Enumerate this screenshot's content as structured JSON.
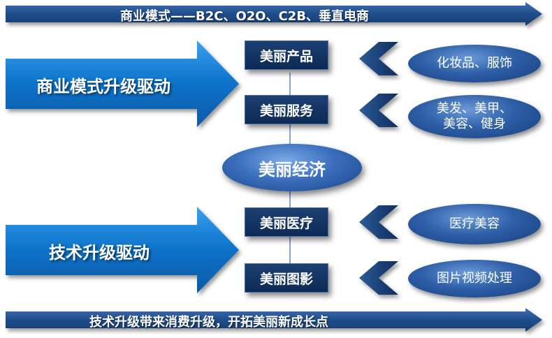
{
  "top_banner": {
    "text": "商业模式——B2C、O2O、C2B、垂直电商"
  },
  "bottom_banner": {
    "text": "技术升级带来消费升级，开拓美丽新成长点"
  },
  "drivers": [
    {
      "label": "商业模式升级驱动"
    },
    {
      "label": "技术升级驱动"
    }
  ],
  "center": {
    "label": "美丽经济"
  },
  "categories": [
    {
      "label": "美丽产品",
      "detail_lines": [
        "化妆品、服饰"
      ]
    },
    {
      "label": "美丽服务",
      "detail_lines": [
        "美发、美甲、",
        "美容、健身"
      ]
    },
    {
      "label": "美丽医疗",
      "detail_lines": [
        "医疗美容"
      ]
    },
    {
      "label": "美丽图影",
      "detail_lines": [
        "图片视频处理"
      ]
    }
  ],
  "colors": {
    "banner": "#1f4e8c",
    "driver_arrow": "#0a72c9",
    "box": "#163a6e",
    "oval": "#2e5fa8",
    "connector": "#8aa6c8"
  }
}
